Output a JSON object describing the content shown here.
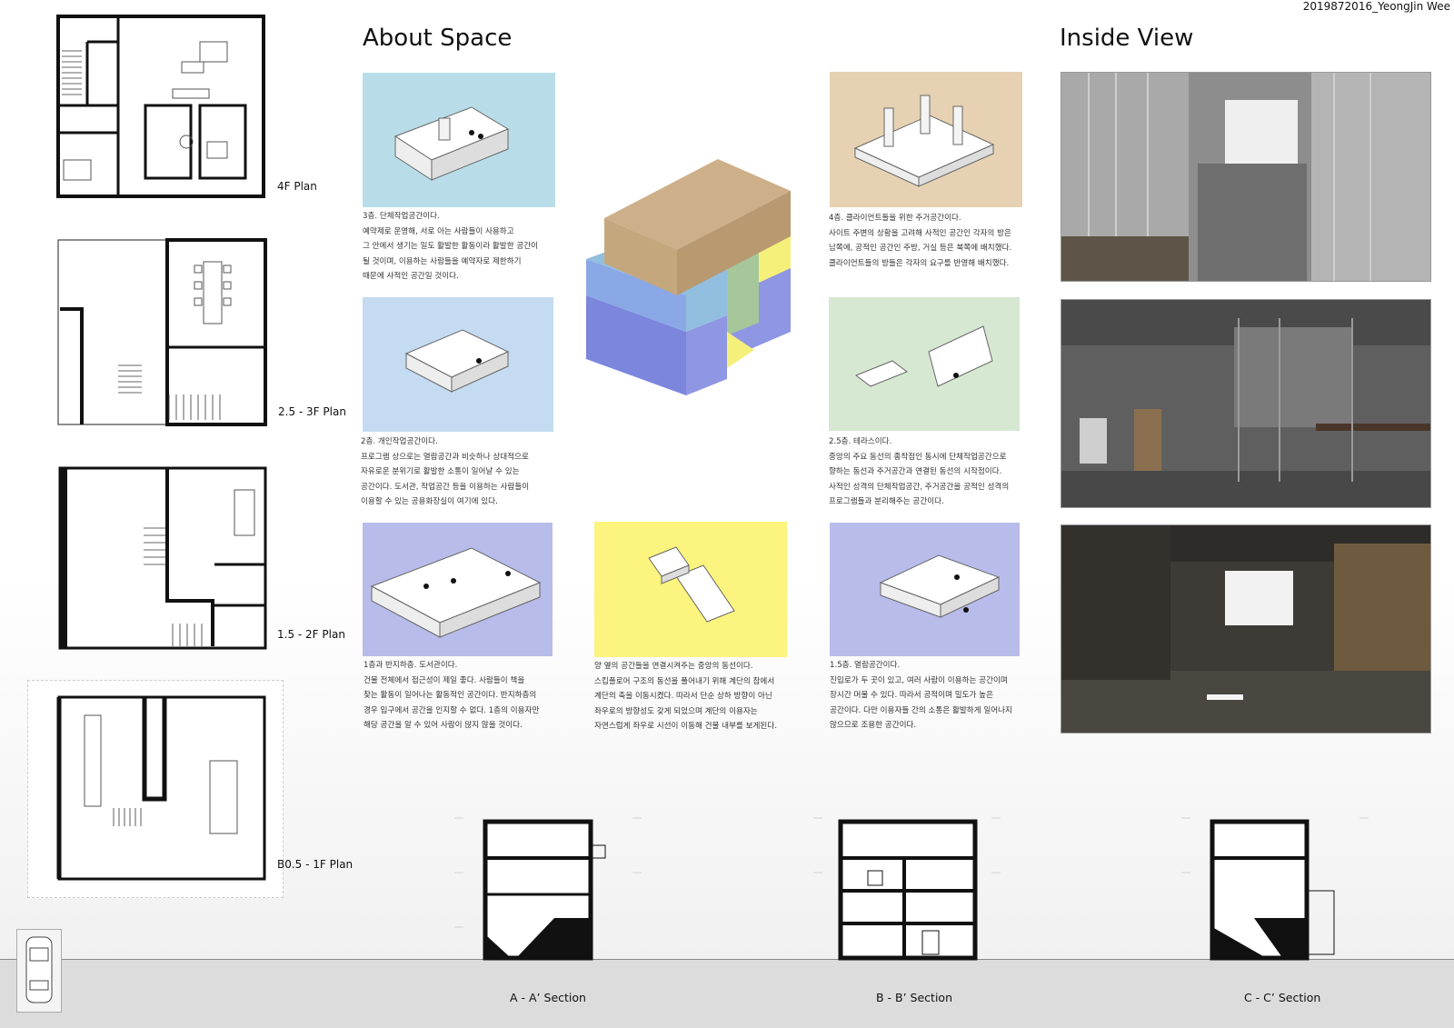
{
  "author": "2019872016_YeongJin Wee",
  "titles": {
    "about": "About Space",
    "inside": "Inside View"
  },
  "plans": [
    {
      "label": "4F Plan"
    },
    {
      "label": "2.5 - 3F Plan"
    },
    {
      "label": "1.5 - 2F Plan"
    },
    {
      "label": "B0.5 - 1F Plan"
    }
  ],
  "panels": [
    {
      "color": "#b8dde8",
      "text": "3층. 단체작업공간이다.\n예약제로 운영해, 서로 아는 사람들이 사용하고\n그 안에서 생기는 일도 활발한 활동이라 활발한 공간이\n될 것이며, 이용하는 사람들을 예약자로 제한하기\n때문에 사적인 공간일 것이다."
    },
    {
      "color": "#c4dbf1",
      "text": "2층. 개인작업공간이다.\n프로그램 상으로는 열람공간과 비슷하나 상대적으로\n자유로운 분위기로 활발한 소통이 일어날 수 있는\n공간이다. 도서관, 작업공간 등을 이용하는 사람들이\n이용할 수 있는 공용화장실이 여기에 있다."
    },
    {
      "color": "#b8bcea",
      "text": "1층과 반지하층. 도서관이다.\n건물 전체에서 접근성이 제일 좋다. 사람들이 책을\n찾는 활동이 일어나는 활동적인 공간이다. 반지하층의\n경우 입구에서  공간을 인지할 수 없다. 1층의 이용자만\n해당 공간을 알 수 있어 사람이 많지 않을 것이다."
    },
    {
      "color": "#fbf47e",
      "text": "양 옆의 공간들을 연결시켜주는 중앙의 동선이다.\n스킵플로어 구조의 동선을 풀어내기 위해 계단의 참에서\n계단의 축을 이동시켰다. 따라서 단순 상하 방향이 아닌\n좌우로의 방향성도 갖게 되었으며 계단의 이용자는\n자연스럽게 좌우로 시선이 이동해 건물 내부를 보게된다."
    },
    {
      "color": "#e6d2b2",
      "text": "4층. 클라이언트들을 위한 주거공간이다.\n사이트 주변의 상황을 고려해 사적인 공간인 각자의 방은\n남쪽에, 공적인 공간인 주방, 거실 등은 북쪽에 배치했다.\n클라이언트들의 방들은 각자의 요구를 반영해 배치했다."
    },
    {
      "color": "#d6e8d2",
      "text": "2.5층. 테라스이다.\n중앙의 주요 동선의 종착점인 동시에 단체작업공간으로\n향하는 동선과 주거공간과 연결된 동선의 시작점이다.\n사적인 성격의 단체작업공간, 주거공간을 공적인 성격의\n프로그램들과 분리해주는 공간이다."
    },
    {
      "color": "#b8bcea",
      "text": "1.5층. 열람공간이다.\n진입로가 두 곳이 있고, 여러 사람이 이용하는 공간이며\n장시간 머물 수 있다. 따라서 공적이며 밀도가 높은\n공간이다. 다만 이용자들 간의 소통은 활발하게 일어나지\n않으므로 조용한 공간이다."
    }
  ],
  "sections": [
    {
      "label": "A - A’ Section"
    },
    {
      "label": "B - B’ Section"
    },
    {
      "label": "C - C’ Section"
    }
  ],
  "colors": {
    "roof": "#c4a77d",
    "blue1": "#7fb3d9",
    "blue2": "#8aa8e6",
    "blue3": "#7c86dd",
    "green": "#a6c79a",
    "yellow": "#f5f07a",
    "ground": "#dcdcdc"
  }
}
